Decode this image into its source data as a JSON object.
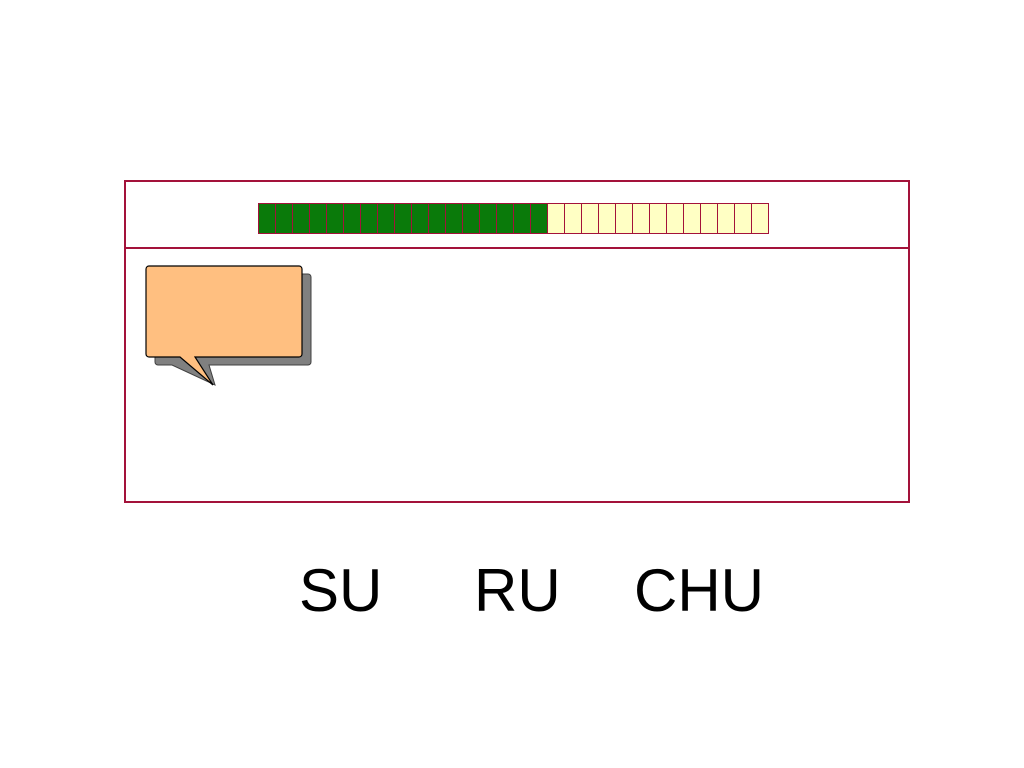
{
  "progress": {
    "total_cells": 30,
    "filled_cells": 17,
    "filled_color": "#0a7a0a",
    "empty_color": "#ffffc4",
    "border_color": "#a3123a"
  },
  "speech_bubble": {
    "fill_color": "#ffbf80",
    "shadow_color": "#808080"
  },
  "syllables": [
    "SU",
    "RU",
    "CHU"
  ]
}
